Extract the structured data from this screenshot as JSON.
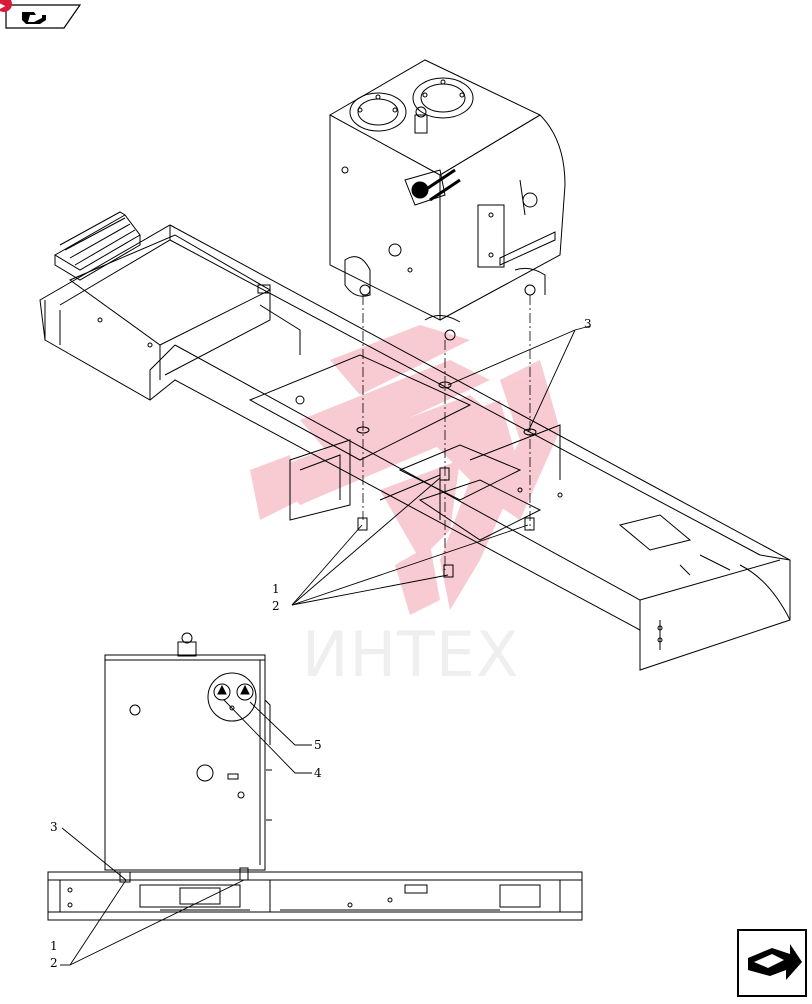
{
  "navigation": {
    "top_left_icon": "page-back-arrow-icon",
    "bottom_right_icon": "page-forward-arrow-icon",
    "badge_icon": "red-corner-badge-icon"
  },
  "watermark": {
    "text": "ИНТЕХ",
    "logo_icon": "intekh-logo-icon",
    "color": "#e8455c"
  },
  "callouts": {
    "upper": {
      "item_3": "3",
      "item_1": "1",
      "item_2": "2"
    },
    "lower": {
      "item_5": "5",
      "item_4": "4",
      "item_3": "3",
      "item_1": "1",
      "item_2": "2"
    }
  },
  "colors": {
    "line": "#000000",
    "background": "#ffffff"
  }
}
